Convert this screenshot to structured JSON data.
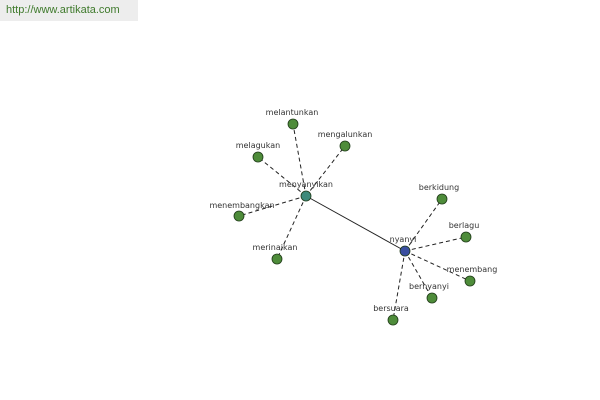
{
  "header": {
    "url": "http://www.artikata.com"
  },
  "colors": {
    "leaf": "#4e8c3a",
    "hub_menyanyikan": "#3d8a7a",
    "hub_nyanyi": "#3a4fa0",
    "edge": "#222222"
  },
  "graph": {
    "nodes": [
      {
        "id": "menyanyikan",
        "label": "menyanyikan",
        "kind": "hub"
      },
      {
        "id": "nyanyi",
        "label": "nyanyi",
        "kind": "hub"
      },
      {
        "id": "melantunkan",
        "label": "melantunkan",
        "kind": "leaf"
      },
      {
        "id": "mengalunkan",
        "label": "mengalunkan",
        "kind": "leaf"
      },
      {
        "id": "melagukan",
        "label": "melagukan",
        "kind": "leaf"
      },
      {
        "id": "menembangkan",
        "label": "menembangkan",
        "kind": "leaf"
      },
      {
        "id": "merinaikan",
        "label": "merinaikan",
        "kind": "leaf"
      },
      {
        "id": "berkidung",
        "label": "berkidung",
        "kind": "leaf"
      },
      {
        "id": "berlagu",
        "label": "berlagu",
        "kind": "leaf"
      },
      {
        "id": "menembang",
        "label": "menembang",
        "kind": "leaf"
      },
      {
        "id": "bernyanyi",
        "label": "bernyanyi",
        "kind": "leaf"
      },
      {
        "id": "bersuara",
        "label": "bersuara",
        "kind": "leaf"
      }
    ],
    "edges": [
      {
        "from": "menyanyikan",
        "to": "nyanyi",
        "style": "solid"
      },
      {
        "from": "menyanyikan",
        "to": "melantunkan",
        "style": "dashed"
      },
      {
        "from": "menyanyikan",
        "to": "mengalunkan",
        "style": "dashed"
      },
      {
        "from": "menyanyikan",
        "to": "melagukan",
        "style": "dashed"
      },
      {
        "from": "menyanyikan",
        "to": "menembangkan",
        "style": "dashed"
      },
      {
        "from": "menyanyikan",
        "to": "merinaikan",
        "style": "dashed"
      },
      {
        "from": "nyanyi",
        "to": "berkidung",
        "style": "dashed"
      },
      {
        "from": "nyanyi",
        "to": "berlagu",
        "style": "dashed"
      },
      {
        "from": "nyanyi",
        "to": "menembang",
        "style": "dashed"
      },
      {
        "from": "nyanyi",
        "to": "bernyanyi",
        "style": "dashed"
      },
      {
        "from": "nyanyi",
        "to": "bersuara",
        "style": "dashed"
      }
    ]
  }
}
